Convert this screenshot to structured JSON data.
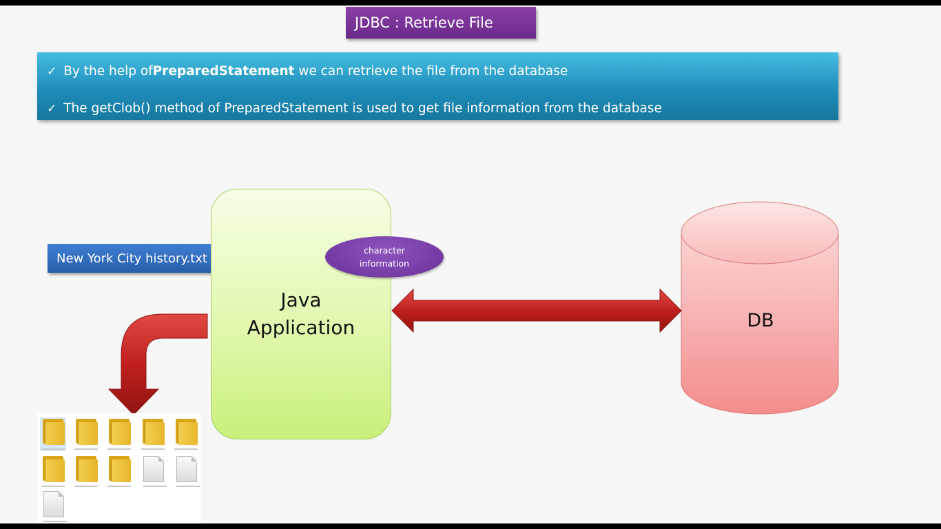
{
  "slide": {
    "title": "JDBC : Retrieve File",
    "bullets": [
      {
        "check": "✓",
        "before": "By the help of ",
        "bold": "PreparedStatement",
        "after": " we can retrieve the file from the database"
      },
      {
        "check": "✓",
        "before": "The getClob() method of PreparedStatement is used to get file information from the database",
        "bold": "",
        "after": ""
      }
    ]
  },
  "diagram": {
    "file_label": "New York City history.txt",
    "java_app": {
      "line1": "Java",
      "line2": "Application"
    },
    "char_info": {
      "line1": "character",
      "line2": "information"
    },
    "db_label": "DB"
  },
  "colors": {
    "title_bg": "#7a35a0",
    "bullet_bg": "#2aa3cf",
    "file_label_bg": "#3570c0",
    "java_box": "#d8f59a",
    "char_ellipse": "#7a3dab",
    "db_cylinder": "#f7a7a7",
    "db_arrow": "#c0201e",
    "small_arrow": "#f07a12"
  },
  "file_icons": [
    {
      "type": "folder"
    },
    {
      "type": "folder"
    },
    {
      "type": "folder"
    },
    {
      "type": "folder"
    },
    {
      "type": "folder"
    },
    {
      "type": "folder"
    },
    {
      "type": "folder"
    },
    {
      "type": "folder"
    },
    {
      "type": "document"
    },
    {
      "type": "document"
    },
    {
      "type": "document"
    }
  ]
}
